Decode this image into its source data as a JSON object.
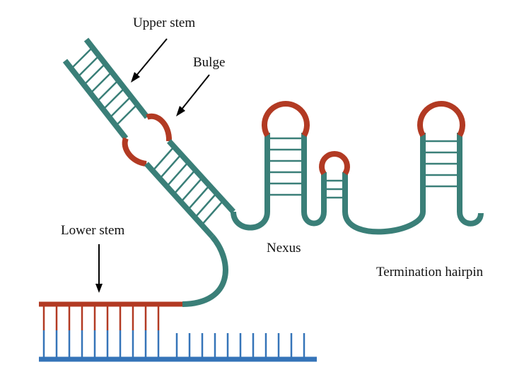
{
  "labels": {
    "upper_stem": "Upper stem",
    "bulge": "Bulge",
    "lower_stem": "Lower stem",
    "nexus": "Nexus",
    "termination_hairpin": "Termination hairpin"
  },
  "colors": {
    "rna_backbone": "#3a7f78",
    "loop_and_spacer": "#b23a23",
    "target_dna": "#3574b8"
  }
}
